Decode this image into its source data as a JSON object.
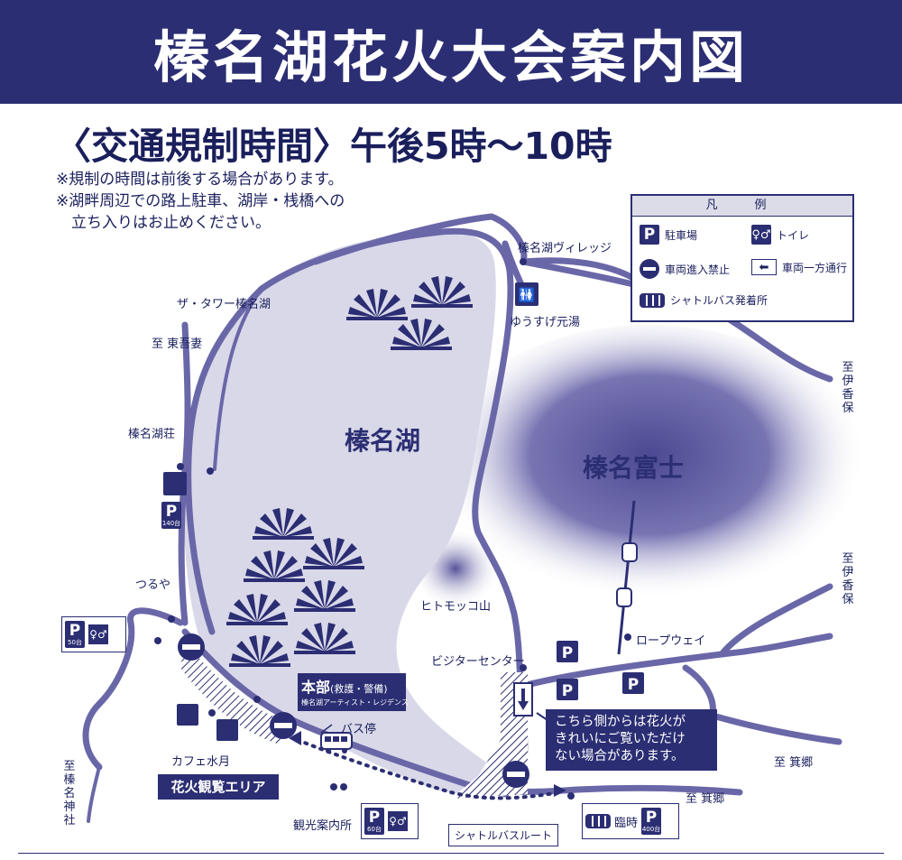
{
  "title": "榛名湖花火大会案内図",
  "regulation": "〈交通規制時間〉午後5時〜10時",
  "notes": [
    "※規制の時間は前後する場合があります。",
    "※湖畔周辺での路上駐車、湖岸・桟橋への",
    "　立ち入りはお止めください。"
  ],
  "legend": {
    "title": "凡　例",
    "parking": "駐車場",
    "toilet": "トイレ",
    "no_entry": "車両進入禁止",
    "one_way": "車両一方通行",
    "shuttle": "シャトルバス発着所"
  },
  "places": {
    "lake": "榛名湖",
    "mountain": "榛名富士",
    "hitomokko": "ヒトモッコ山",
    "village": "榛名湖ヴィレッジ",
    "yusuge": "ゆうすげ元湯",
    "tower": "ザ・タワー榛名湖",
    "to_agatsuma": "至 東吾妻",
    "harunakoso": "榛名湖荘",
    "tsuruya": "つるや",
    "cafe": "カフェ水月",
    "bus_stop": "バス停",
    "tourist_info": "観光案内所",
    "visitor_center": "ビジターセンター",
    "ropeway": "ロープウェイ",
    "to_ikaho_1": "至伊香保",
    "to_ikaho_2": "至伊香保",
    "to_minowa_1": "至 箕郷",
    "to_minowa_2": "至 箕郷",
    "to_haruna_shrine": "至榛名神社",
    "shuttle_route": "シャトルバスルート",
    "temporary": "臨時"
  },
  "hq": {
    "title": "本部",
    "paren": "(救護・警備)",
    "sub": "榛名湖アーティスト・レジデンス"
  },
  "viewing_area": "花火観覧エリア",
  "notice": [
    "こちら側からは花火が",
    "きれいにご覧いただけ",
    "ない場合があります。"
  ],
  "parking": {
    "symbol": "P",
    "harunakoso_cap": "140台",
    "tsuruya_cap": "50台",
    "tourist_cap": "60台",
    "temporary_cap": "400台"
  },
  "colors": {
    "navy": "#2b2e73",
    "lake": "#d9d8e8",
    "road": "#6a67a8",
    "mountain": "#6d6aa8"
  }
}
